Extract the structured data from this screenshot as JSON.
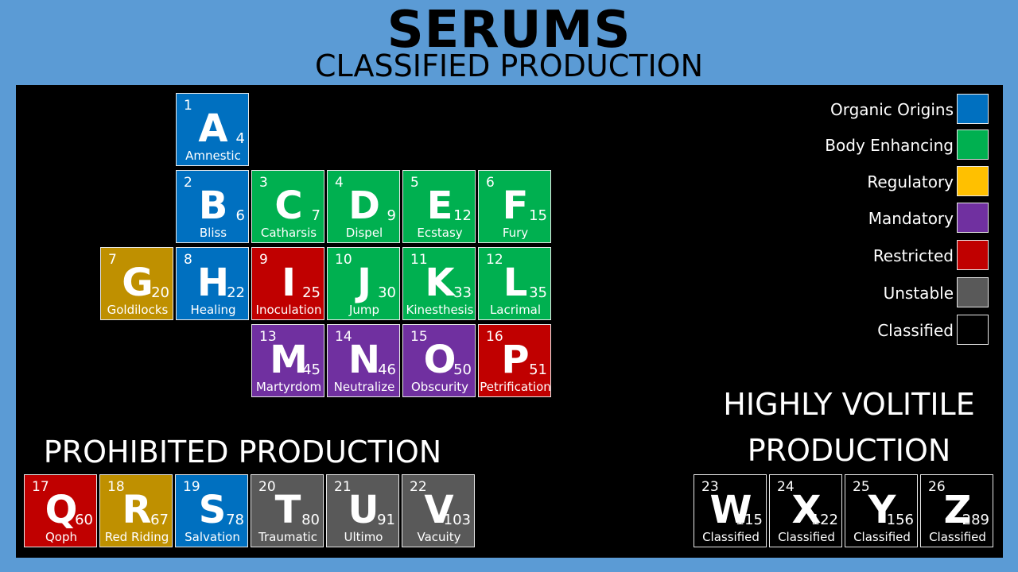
{
  "header": {
    "title": "SERUMS",
    "subtitle": "CLASSIFIED PRODUCTION"
  },
  "colors": {
    "organic": "#0070c0",
    "body": "#00b050",
    "regulatory": "#bf9000",
    "regulatory_swatch": "#ffc000",
    "mandatory": "#7030a0",
    "restricted": "#c00000",
    "unstable": "#595959",
    "classified": "#000000"
  },
  "legend": [
    {
      "label": "Organic Origins",
      "color": "organic"
    },
    {
      "label": "Body Enhancing",
      "color": "body"
    },
    {
      "label": "Regulatory",
      "color": "regulatory_swatch"
    },
    {
      "label": "Mandatory",
      "color": "mandatory"
    },
    {
      "label": "Restricted",
      "color": "restricted"
    },
    {
      "label": "Unstable",
      "color": "unstable"
    },
    {
      "label": "Classified",
      "color": "classified"
    }
  ],
  "sections": {
    "prohibited": "PROHIBITED PRODUCTION",
    "volatile_line1": "HIGHLY VOLITILE",
    "volatile_line2": "PRODUCTION"
  },
  "tiles": [
    {
      "n": "1",
      "s": "A",
      "w": "4",
      "name": "Amnestic",
      "cat": "organic"
    },
    {
      "n": "2",
      "s": "B",
      "w": "6",
      "name": "Bliss",
      "cat": "organic"
    },
    {
      "n": "3",
      "s": "C",
      "w": "7",
      "name": "Catharsis",
      "cat": "body"
    },
    {
      "n": "4",
      "s": "D",
      "w": "9",
      "name": "Dispel",
      "cat": "body"
    },
    {
      "n": "5",
      "s": "E",
      "w": "12",
      "name": "Ecstasy",
      "cat": "body"
    },
    {
      "n": "6",
      "s": "F",
      "w": "15",
      "name": "Fury",
      "cat": "body"
    },
    {
      "n": "7",
      "s": "G",
      "w": "20",
      "name": "Goldilocks",
      "cat": "regulatory"
    },
    {
      "n": "8",
      "s": "H",
      "w": "22",
      "name": "Healing",
      "cat": "organic"
    },
    {
      "n": "9",
      "s": "I",
      "w": "25",
      "name": "Inoculation",
      "cat": "restricted"
    },
    {
      "n": "10",
      "s": "J",
      "w": "30",
      "name": "Jump",
      "cat": "body"
    },
    {
      "n": "11",
      "s": "K",
      "w": "33",
      "name": "Kinesthesis",
      "cat": "body"
    },
    {
      "n": "12",
      "s": "L",
      "w": "35",
      "name": "Lacrimal",
      "cat": "body"
    },
    {
      "n": "13",
      "s": "M",
      "w": "45",
      "name": "Martyrdom",
      "cat": "mandatory"
    },
    {
      "n": "14",
      "s": "N",
      "w": "46",
      "name": "Neutralize",
      "cat": "mandatory"
    },
    {
      "n": "15",
      "s": "O",
      "w": "50",
      "name": "Obscurity",
      "cat": "mandatory"
    },
    {
      "n": "16",
      "s": "P",
      "w": "51",
      "name": "Petrification",
      "cat": "restricted"
    },
    {
      "n": "17",
      "s": "Q",
      "w": "60",
      "name": "Qoph",
      "cat": "restricted"
    },
    {
      "n": "18",
      "s": "R",
      "w": "67",
      "name": "Red Riding",
      "cat": "regulatory"
    },
    {
      "n": "19",
      "s": "S",
      "w": "78",
      "name": "Salvation",
      "cat": "organic"
    },
    {
      "n": "20",
      "s": "T",
      "w": "80",
      "name": "Traumatic",
      "cat": "unstable"
    },
    {
      "n": "21",
      "s": "U",
      "w": "91",
      "name": "Ultimo",
      "cat": "unstable"
    },
    {
      "n": "22",
      "s": "V",
      "w": "103",
      "name": "Vacuity",
      "cat": "unstable"
    },
    {
      "n": "23",
      "s": "W",
      "w": "115",
      "name": "Classified",
      "cat": "classified"
    },
    {
      "n": "24",
      "s": "X",
      "w": "122",
      "name": "Classified",
      "cat": "classified"
    },
    {
      "n": "25",
      "s": "Y",
      "w": "156",
      "name": "Classified",
      "cat": "classified"
    },
    {
      "n": "26",
      "s": "Z",
      "w": "289",
      "name": "Classified",
      "cat": "classified"
    }
  ]
}
